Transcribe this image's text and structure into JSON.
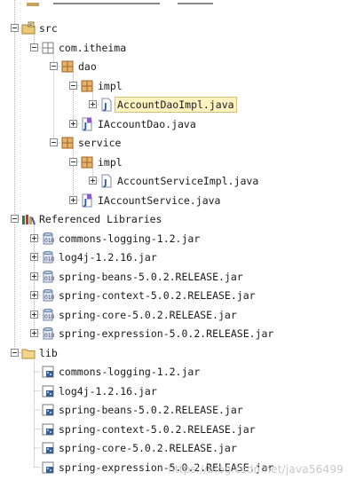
{
  "tree": [
    {
      "label": "src",
      "level": 0,
      "type": "source-folder",
      "toggle": "minus",
      "name": "src-folder"
    },
    {
      "label": "com.itheima",
      "level": 1,
      "type": "package",
      "toggle": "minus",
      "name": "package-com-itheima"
    },
    {
      "label": "dao",
      "level": 2,
      "type": "package",
      "toggle": "minus",
      "name": "package-dao"
    },
    {
      "label": "impl",
      "level": 3,
      "type": "package",
      "toggle": "minus",
      "name": "package-dao-impl"
    },
    {
      "label": "AccountDaoImpl.java",
      "level": 4,
      "type": "java-class",
      "toggle": "plus",
      "selected": true,
      "name": "file-account-dao-impl"
    },
    {
      "label": "IAccountDao.java",
      "level": 3,
      "type": "java-interface",
      "toggle": "plus",
      "name": "file-iaccount-dao"
    },
    {
      "label": "service",
      "level": 2,
      "type": "package",
      "toggle": "minus",
      "name": "package-service"
    },
    {
      "label": "impl",
      "level": 3,
      "type": "package",
      "toggle": "minus",
      "name": "package-service-impl"
    },
    {
      "label": "AccountServiceImpl.java",
      "level": 4,
      "type": "java-class",
      "toggle": "plus",
      "name": "file-account-service-impl"
    },
    {
      "label": "IAccountService.java",
      "level": 3,
      "type": "java-interface",
      "toggle": "plus",
      "name": "file-iaccount-service"
    },
    {
      "label": "Referenced Libraries",
      "level": 0,
      "type": "libraries",
      "toggle": "minus",
      "name": "referenced-libraries"
    },
    {
      "label": "commons-logging-1.2.jar",
      "level": 1,
      "type": "jar-ref",
      "toggle": "plus",
      "name": "ref-commons-logging"
    },
    {
      "label": "log4j-1.2.16.jar",
      "level": 1,
      "type": "jar-ref",
      "toggle": "plus",
      "name": "ref-log4j"
    },
    {
      "label": "spring-beans-5.0.2.RELEASE.jar",
      "level": 1,
      "type": "jar-ref",
      "toggle": "plus",
      "name": "ref-spring-beans"
    },
    {
      "label": "spring-context-5.0.2.RELEASE.jar",
      "level": 1,
      "type": "jar-ref",
      "toggle": "plus",
      "name": "ref-spring-context"
    },
    {
      "label": "spring-core-5.0.2.RELEASE.jar",
      "level": 1,
      "type": "jar-ref",
      "toggle": "plus",
      "name": "ref-spring-core"
    },
    {
      "label": "spring-expression-5.0.2.RELEASE.jar",
      "level": 1,
      "type": "jar-ref",
      "toggle": "plus",
      "name": "ref-spring-expression"
    },
    {
      "label": "lib",
      "level": 0,
      "type": "folder",
      "toggle": "minus",
      "name": "lib-folder"
    },
    {
      "label": "commons-logging-1.2.jar",
      "level": 1,
      "type": "jar-file",
      "name": "lib-commons-logging"
    },
    {
      "label": "log4j-1.2.16.jar",
      "level": 1,
      "type": "jar-file",
      "name": "lib-log4j"
    },
    {
      "label": "spring-beans-5.0.2.RELEASE.jar",
      "level": 1,
      "type": "jar-file",
      "name": "lib-spring-beans"
    },
    {
      "label": "spring-context-5.0.2.RELEASE.jar",
      "level": 1,
      "type": "jar-file",
      "name": "lib-spring-context"
    },
    {
      "label": "spring-core-5.0.2.RELEASE.jar",
      "level": 1,
      "type": "jar-file",
      "name": "lib-spring-core"
    },
    {
      "label": "spring-expression-5.0.2.RELEASE.jar",
      "level": 1,
      "type": "jar-file",
      "name": "lib-spring-expression"
    }
  ],
  "watermark": "https://blog.csdn.net/java56499"
}
